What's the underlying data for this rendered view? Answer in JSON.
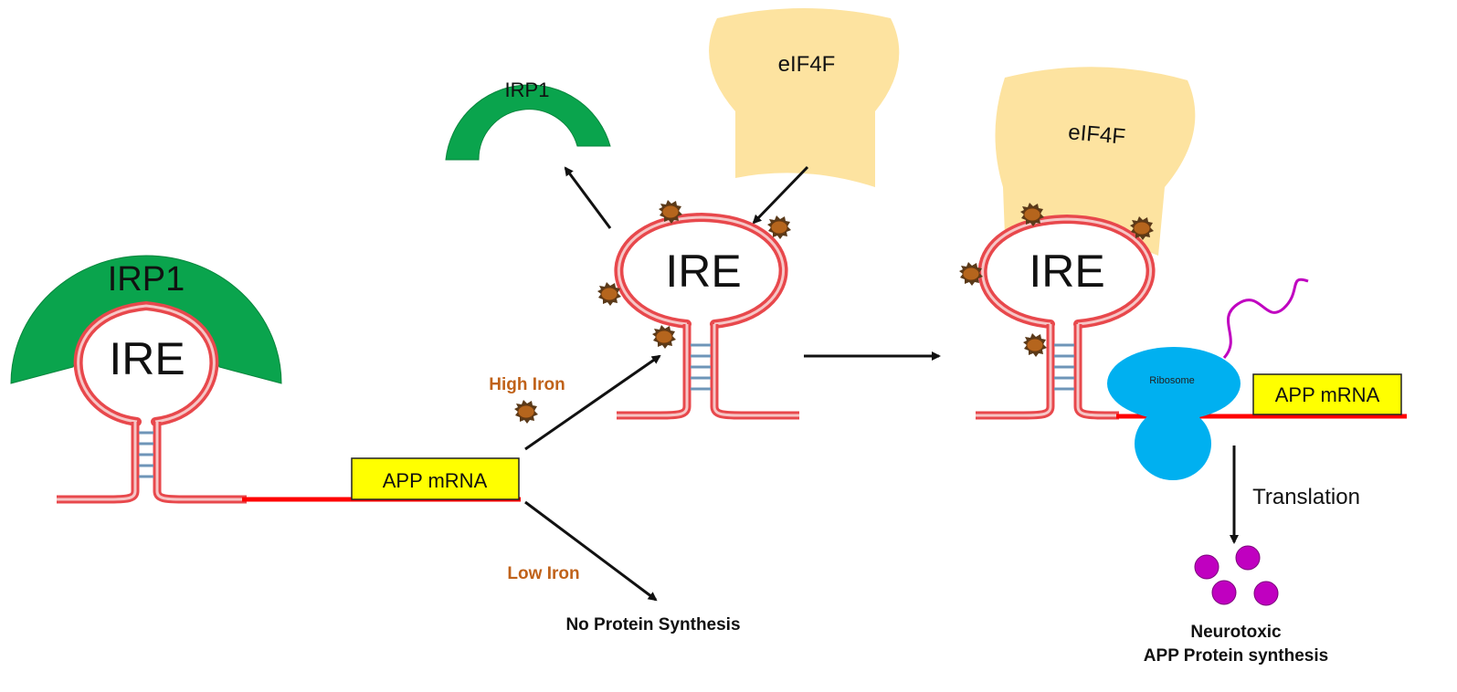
{
  "labels": {
    "irp1_bound": "IRP1",
    "irp1_released": "IRP1",
    "ire": "IRE",
    "eif4f": "eIF4F",
    "app_mrna": "APP mRNA",
    "high_iron": "High Iron",
    "low_iron": "Low Iron",
    "no_protein": "No Protein Synthesis",
    "ribosome": "Ribosome",
    "translation": "Translation",
    "neurotoxic_line1": "Neurotoxic",
    "neurotoxic_line2": "APP Protein synthesis"
  },
  "colors": {
    "rna_red": "#e8484c",
    "rna_pink": "#f6c6c6",
    "base_pair": "#6e95b8",
    "irp1_green": "#0aa44d",
    "eif4f_yellow": "#fde3a0",
    "mrna_box": "#ffff00",
    "iron_brown": "#b5651d",
    "ribosome_blue": "#00b0f0",
    "protein_purple": "#c000c0",
    "iron_text": "#c0621a"
  },
  "icons": [
    "iron-ion-icon",
    "arrow-icon",
    "ribosome-icon",
    "protein-icon"
  ]
}
